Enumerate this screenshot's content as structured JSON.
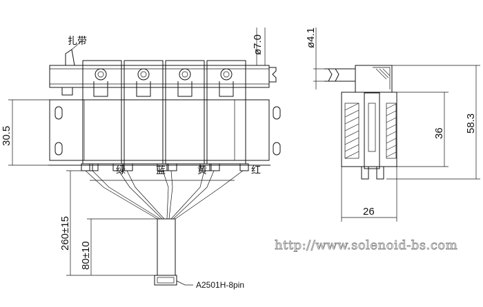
{
  "labels": {
    "tie": "扎带",
    "wire_green": "绿",
    "wire_blue": "蓝",
    "wire_yellow": "黄",
    "wire_red": "红",
    "connector": "A2501H-8pin"
  },
  "dimensions": {
    "diameter_7": "ø7.0",
    "diameter_4": "ø4.1",
    "height_30_5": "30.5",
    "height_36": "36",
    "height_58_3": "58.3",
    "width_26": "26",
    "lead_260": "260±15",
    "lead_80": "80±10"
  },
  "watermark": "http://www.solenoid-bs.com"
}
